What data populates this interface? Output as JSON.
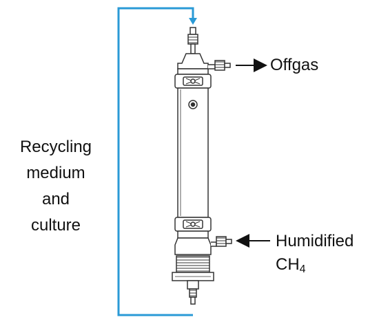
{
  "labels": {
    "offgas": "Offgas",
    "humidified": "Humidified",
    "ch4_main": "CH",
    "ch4_sub": "4",
    "recycling_lines": [
      "Recycling",
      "medium",
      "and",
      "culture"
    ]
  },
  "colors": {
    "recycle_line": "#2a9ad6",
    "outline": "#333333",
    "text": "#111111"
  }
}
